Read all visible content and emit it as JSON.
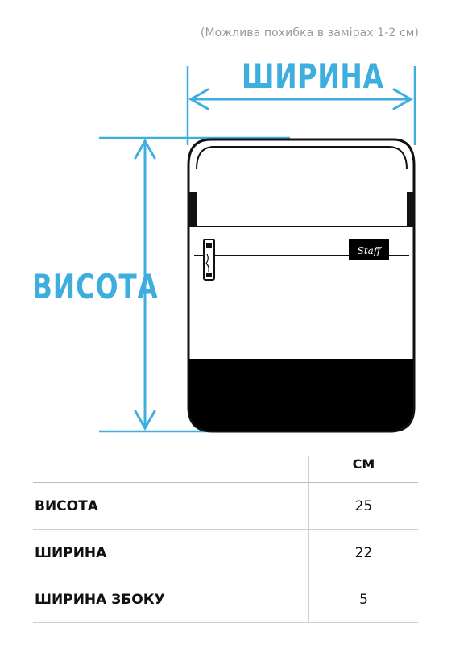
{
  "note": "(Можлива похибка в замірах 1-2 см)",
  "labels": {
    "width": "ШИРИНА",
    "height": "ВИСОТА"
  },
  "colors": {
    "accent": "#3eaedf",
    "bag_outline": "#111111",
    "bag_bottom": "#000000"
  },
  "icons": {
    "logo": "staff-logo-icon",
    "zipper": "zipper-pull-icon"
  },
  "logo_text": "Staff",
  "table": {
    "unit_header": "СМ",
    "rows": [
      {
        "name": "ВИСОТА",
        "value": "25"
      },
      {
        "name": "ШИРИНА",
        "value": "22"
      },
      {
        "name": "ШИРИНА ЗБОКУ",
        "value": "5"
      }
    ]
  }
}
